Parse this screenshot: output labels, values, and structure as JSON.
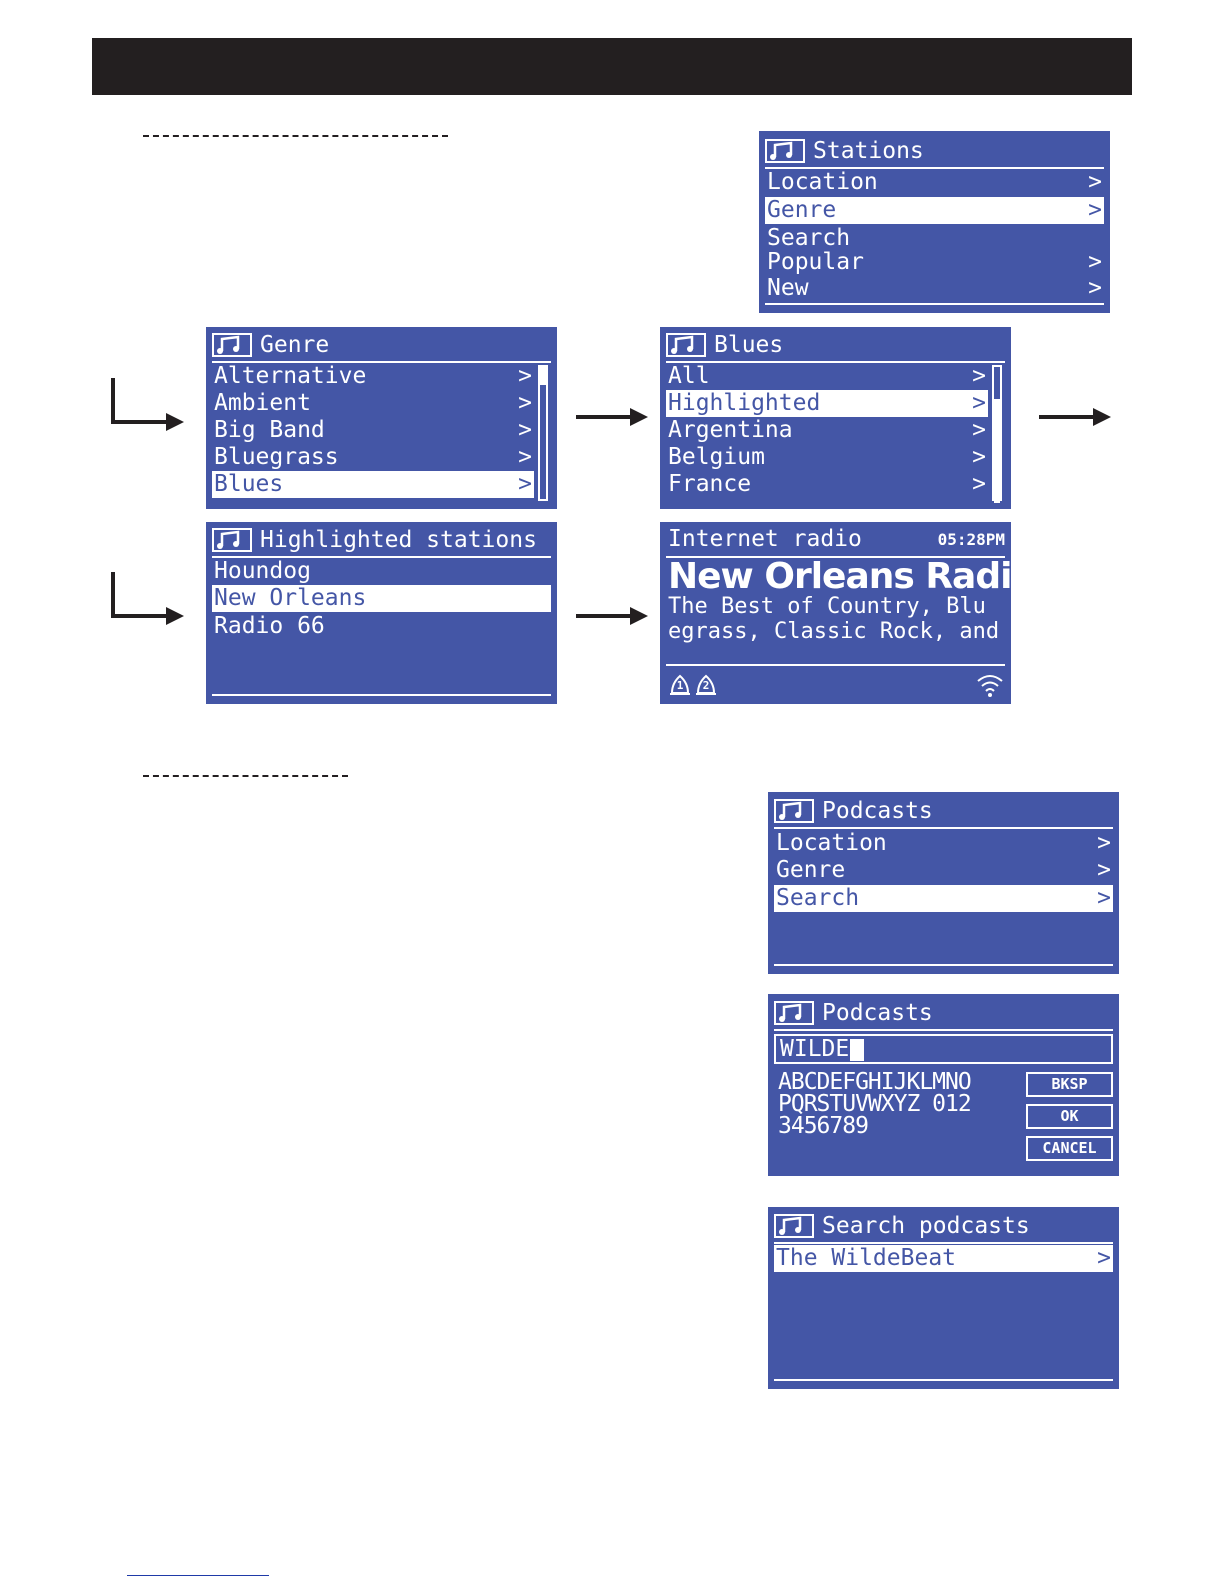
{
  "stations_menu": {
    "title": "Stations",
    "items": [
      {
        "label": "Location",
        "chevron": ">"
      },
      {
        "label": "Genre",
        "chevron": ">"
      },
      {
        "label": "Search",
        "chevron": ""
      },
      {
        "label": "Popular",
        "chevron": ">"
      },
      {
        "label": "New",
        "chevron": ">"
      }
    ]
  },
  "genre_menu": {
    "title": "Genre",
    "items": [
      {
        "label": "Alternative",
        "chevron": ">"
      },
      {
        "label": "Ambient",
        "chevron": ">"
      },
      {
        "label": "Big Band",
        "chevron": ">"
      },
      {
        "label": "Bluegrass",
        "chevron": ">"
      },
      {
        "label": "Blues",
        "chevron": ">"
      }
    ]
  },
  "blues_menu": {
    "title": "Blues",
    "items": [
      {
        "label": "All",
        "chevron": ">"
      },
      {
        "label": "Highlighted",
        "chevron": ">"
      },
      {
        "label": "Argentina",
        "chevron": ">"
      },
      {
        "label": "Belgium",
        "chevron": ">"
      },
      {
        "label": "France",
        "chevron": ">"
      }
    ]
  },
  "highlighted_menu": {
    "title": "Highlighted stations",
    "items": [
      {
        "label": "Houndog"
      },
      {
        "label": "New Orleans"
      },
      {
        "label": "Radio 66"
      }
    ]
  },
  "now_playing": {
    "mode": "Internet radio",
    "time": "05:28PM",
    "station": "New Orleans Radio",
    "description_line1": "The Best of Country, Blu",
    "description_line2": "egrass, Classic Rock, and",
    "preset_1": "1",
    "preset_2": "2"
  },
  "podcasts_menu": {
    "title": "Podcasts",
    "items": [
      {
        "label": "Location",
        "chevron": ">"
      },
      {
        "label": "Genre",
        "chevron": ">"
      },
      {
        "label": "Search",
        "chevron": ">"
      }
    ]
  },
  "podcasts_search": {
    "title": "Podcasts",
    "input_value": "WILDE",
    "keyboard_line1": "ABCDEFGHIJKLMNO",
    "keyboard_line2": "PQRSTUVWXYZ 012",
    "keyboard_line3": "3456789",
    "bksp_label": "BKSP",
    "ok_label": "OK",
    "cancel_label": "CANCEL"
  },
  "search_results": {
    "title": "Search podcasts",
    "items": [
      {
        "label": "The WildeBeat",
        "chevron": ">"
      }
    ]
  },
  "colors": {
    "screen_bg": "#4456a6",
    "header_bar": "#231f20",
    "highlight": "#ffffff"
  }
}
